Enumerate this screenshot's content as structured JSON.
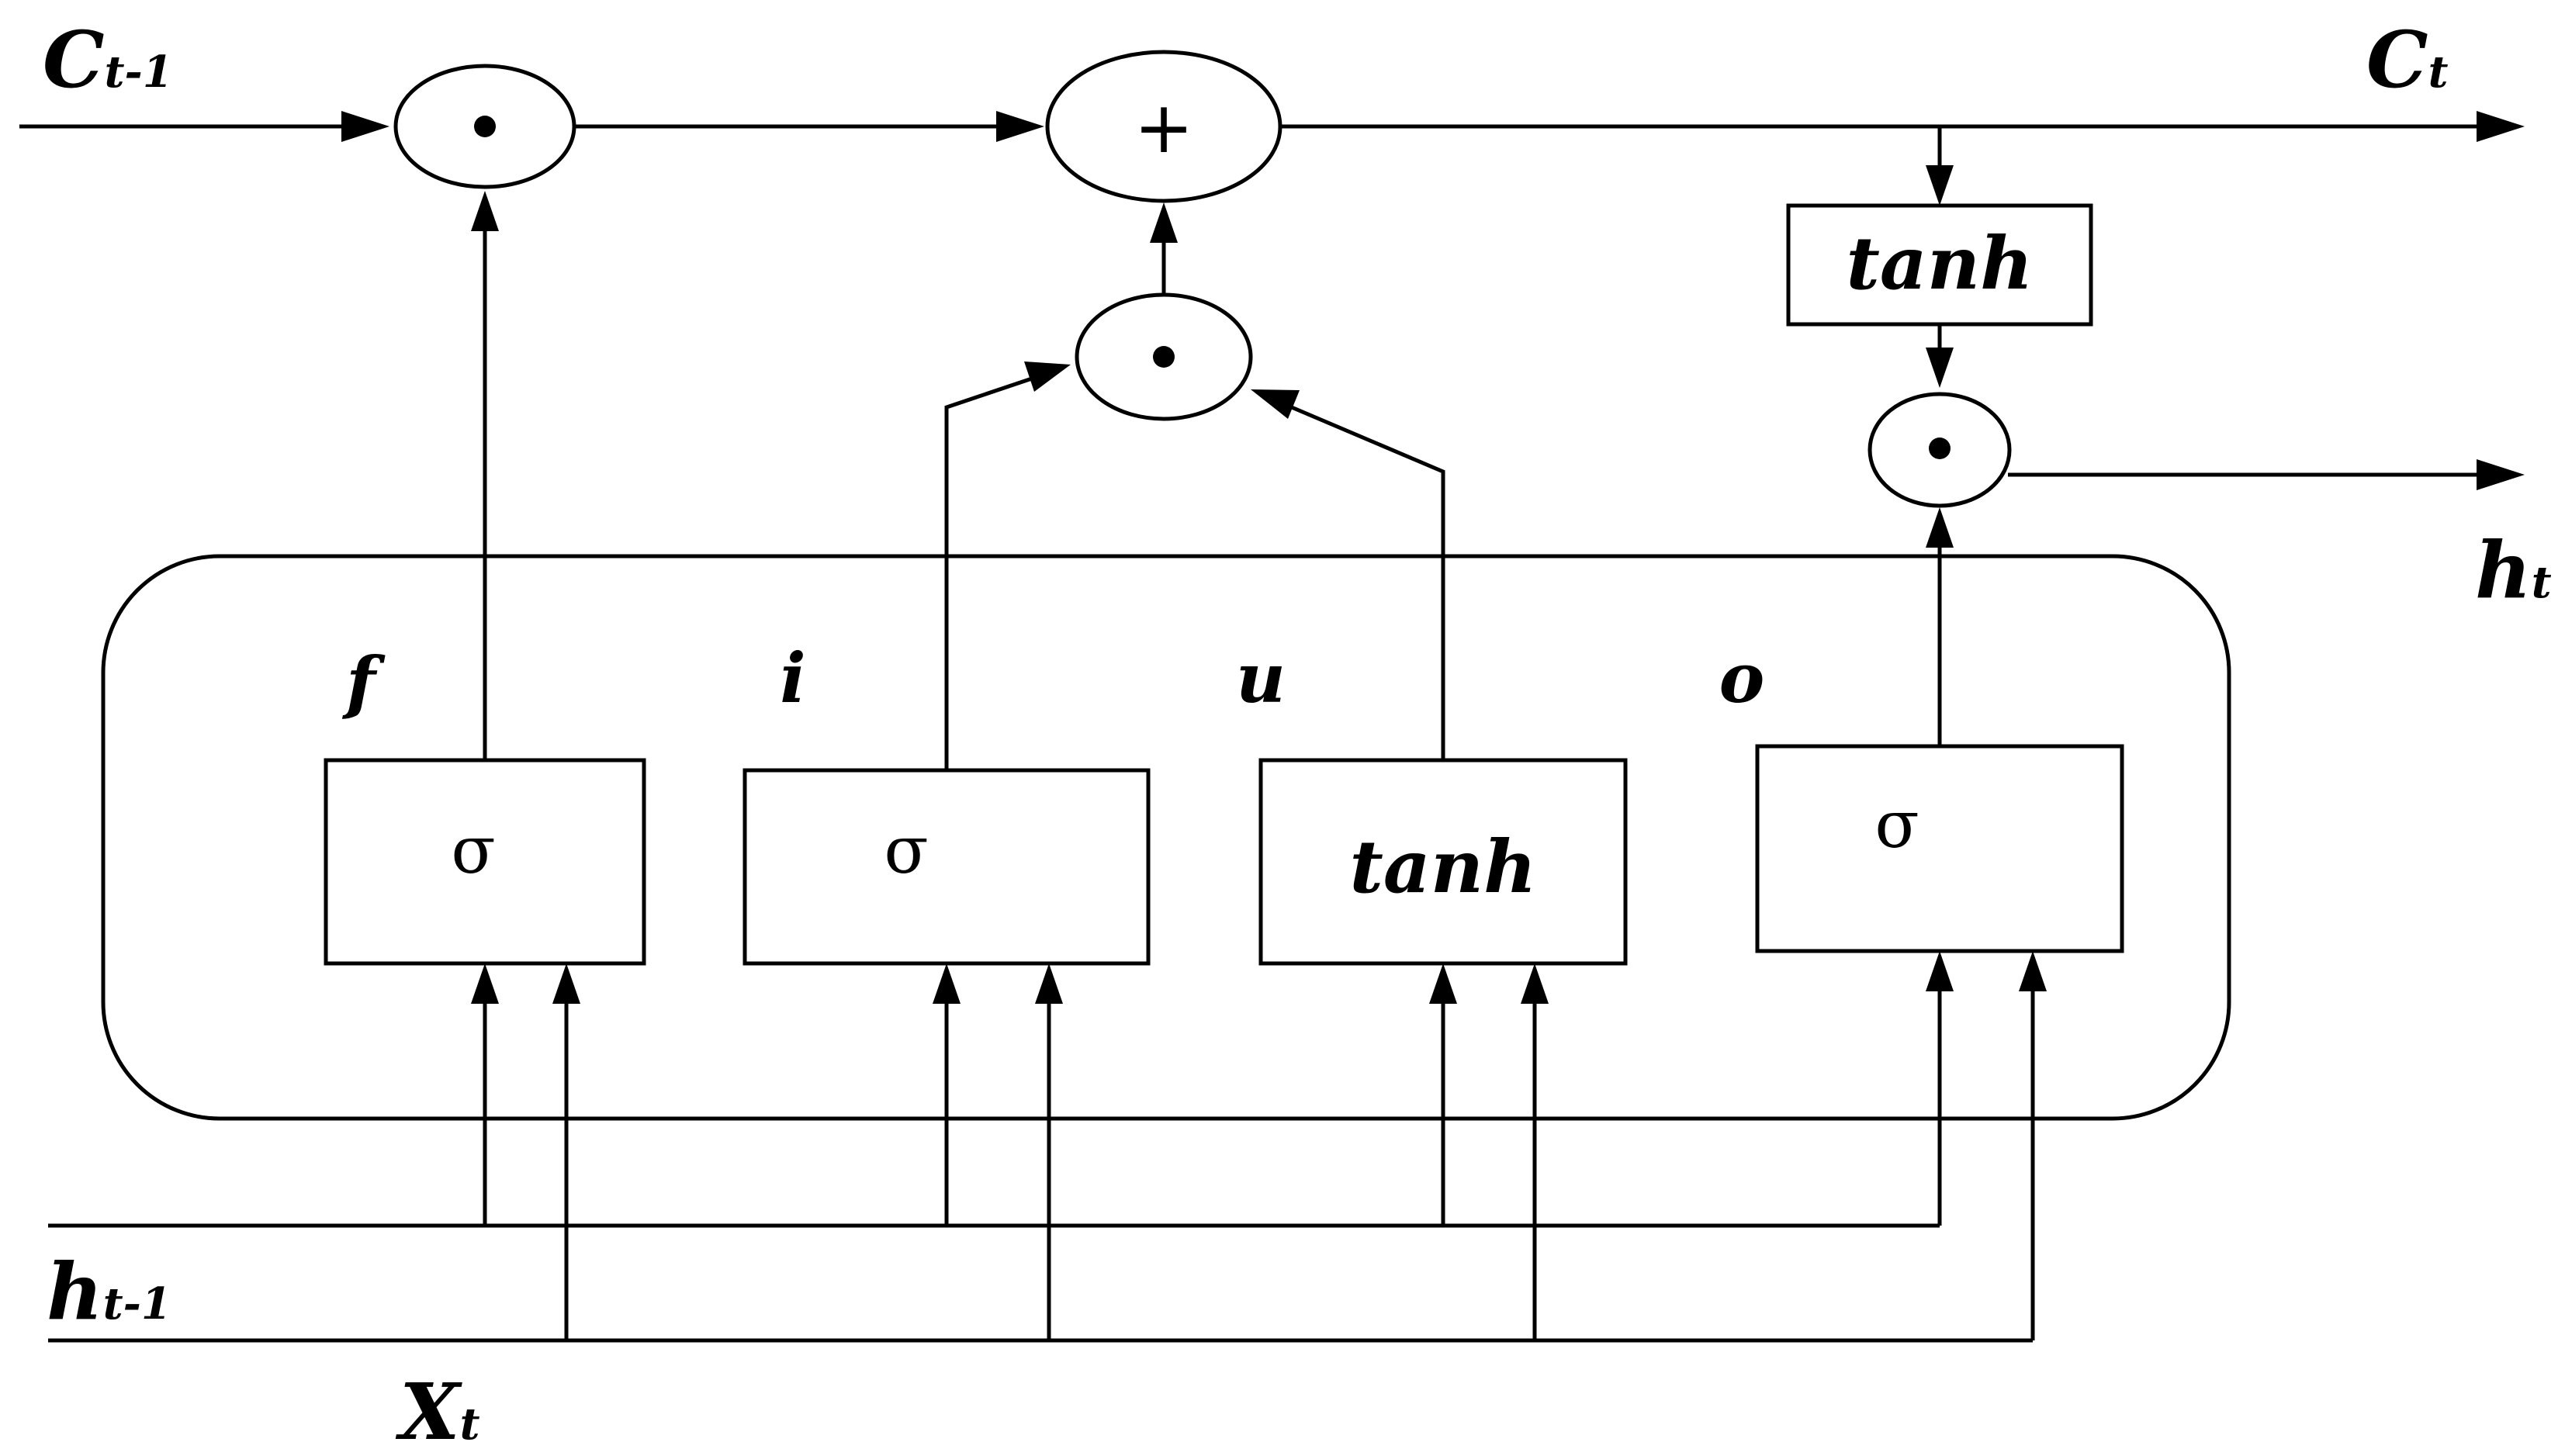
{
  "labels": {
    "c_prev": {
      "main": "C",
      "sub": "t-1"
    },
    "c_t": {
      "main": "C",
      "sub": "t"
    },
    "h_t": {
      "main": "h",
      "sub": "t"
    },
    "h_prev": {
      "main": "h",
      "sub": "t-1"
    },
    "x_t": {
      "main": "X",
      "sub": "t"
    }
  },
  "gates": {
    "forget": {
      "letter": "f",
      "activation": "σ"
    },
    "input": {
      "letter": "i",
      "activation": "σ"
    },
    "update": {
      "letter": "u",
      "activation": "tanh"
    },
    "output": {
      "letter": "o",
      "activation": "σ"
    }
  },
  "cell_tanh": "tanh",
  "operators": {
    "multiply_symbol": "•",
    "add_symbol": "+"
  }
}
